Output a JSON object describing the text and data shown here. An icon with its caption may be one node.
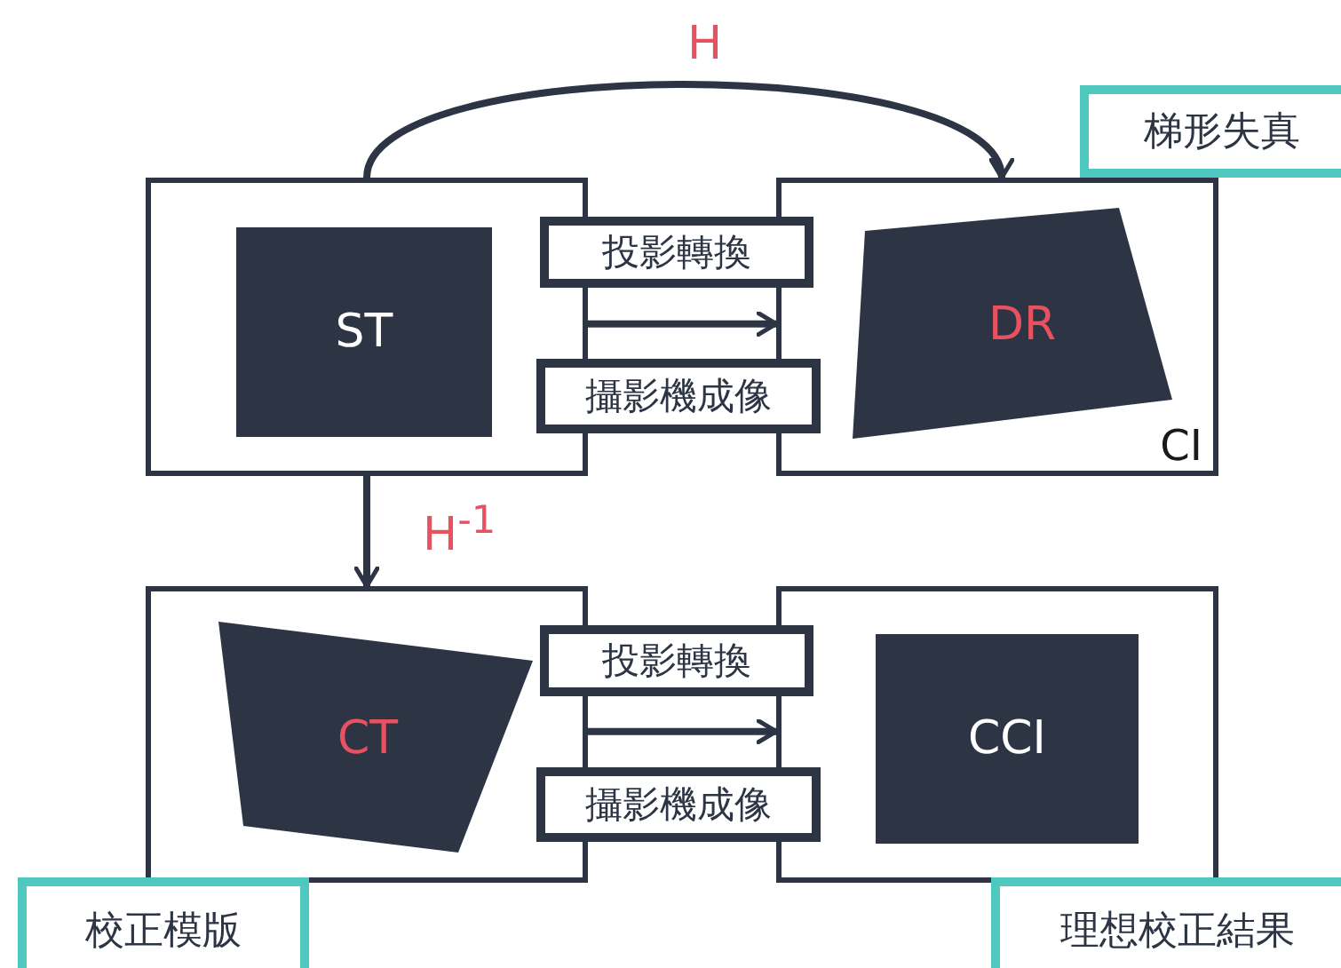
{
  "diagram": {
    "nodes": [
      {
        "text": [],
        "shape": "box"
      },
      {
        "text": [
          "ST"
        ],
        "in": 0
      },
      {
        "text": [
          "CI"
        ]
      },
      {
        "text": [
          "DR"
        ],
        "in": 2
      },
      {
        "text": [
          "投影轉換"
        ]
      },
      {
        "text": [
          "攝影機成像"
        ]
      },
      {
        "text": [
          "梯形失真"
        ]
      },
      {
        "text": [],
        "shape": "box"
      },
      {
        "text": [
          "CT"
        ],
        "in": 7
      },
      {
        "text": [],
        "shape": "box"
      },
      {
        "text": [
          "CCI"
        ],
        "in": 9
      },
      {
        "text": [
          "投影轉換"
        ]
      },
      {
        "text": [
          "攝影機成像"
        ]
      },
      {
        "text": [
          "校正模版"
        ]
      },
      {
        "text": [
          "理想校正結果"
        ]
      }
    ],
    "edges": [
      {
        "from": 0,
        "to": 2,
        "arrow": "to",
        "label": "H"
      },
      {
        "from": 0,
        "to": 2,
        "arrow": "to"
      },
      {
        "from": 0,
        "to": 7,
        "arrow": "to",
        "label": "H$^{-1}$"
      },
      {
        "from": 7,
        "to": 9,
        "arrow": "to"
      }
    ]
  }
}
